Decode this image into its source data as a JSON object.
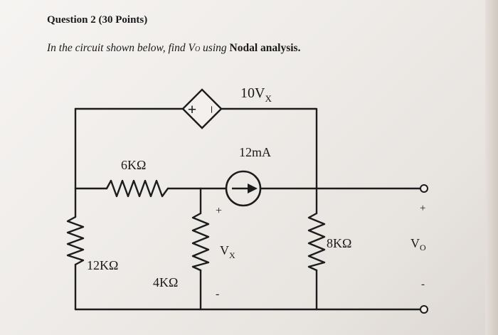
{
  "question": {
    "title": "Question 2 (30 Points)",
    "prompt_intro": "In the circuit shown below, find ",
    "prompt_var": "V",
    "prompt_var_sub": "O",
    "prompt_rest": " using ",
    "prompt_method": "Nodal analysis",
    "prompt_end": "."
  },
  "circuit": {
    "dep_source_label": "10V",
    "dep_source_label_sub": "X",
    "dep_source_polarity_plus": "+",
    "dep_source_polarity_minus": "−",
    "current_source_label": "12mA",
    "r_6k": "6KΩ",
    "r_12k": "12KΩ",
    "r_4k": "4KΩ",
    "r_8k": "8KΩ",
    "vx_plus": "+",
    "vx_label": "V",
    "vx_label_sub": "X",
    "vx_minus": "-",
    "vo_plus": "+",
    "vo_label": "V",
    "vo_label_sub": "O",
    "vo_minus": "-"
  }
}
